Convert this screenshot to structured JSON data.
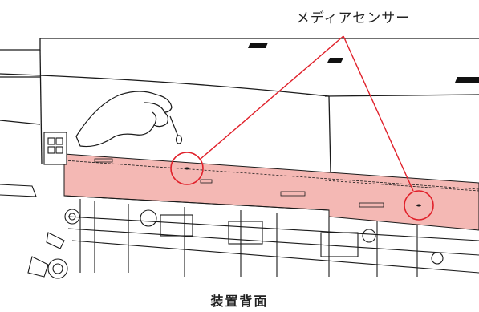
{
  "callout": {
    "label": "メディアセンサー"
  },
  "caption": {
    "text": "装置背面"
  },
  "colors": {
    "highlight_band": "#f4b8b4",
    "callout_line": "#e0202a",
    "outline": "#1a1a1a"
  },
  "icons": [
    "hand-icon",
    "cotton-swab-icon",
    "media-sensor-marker"
  ]
}
